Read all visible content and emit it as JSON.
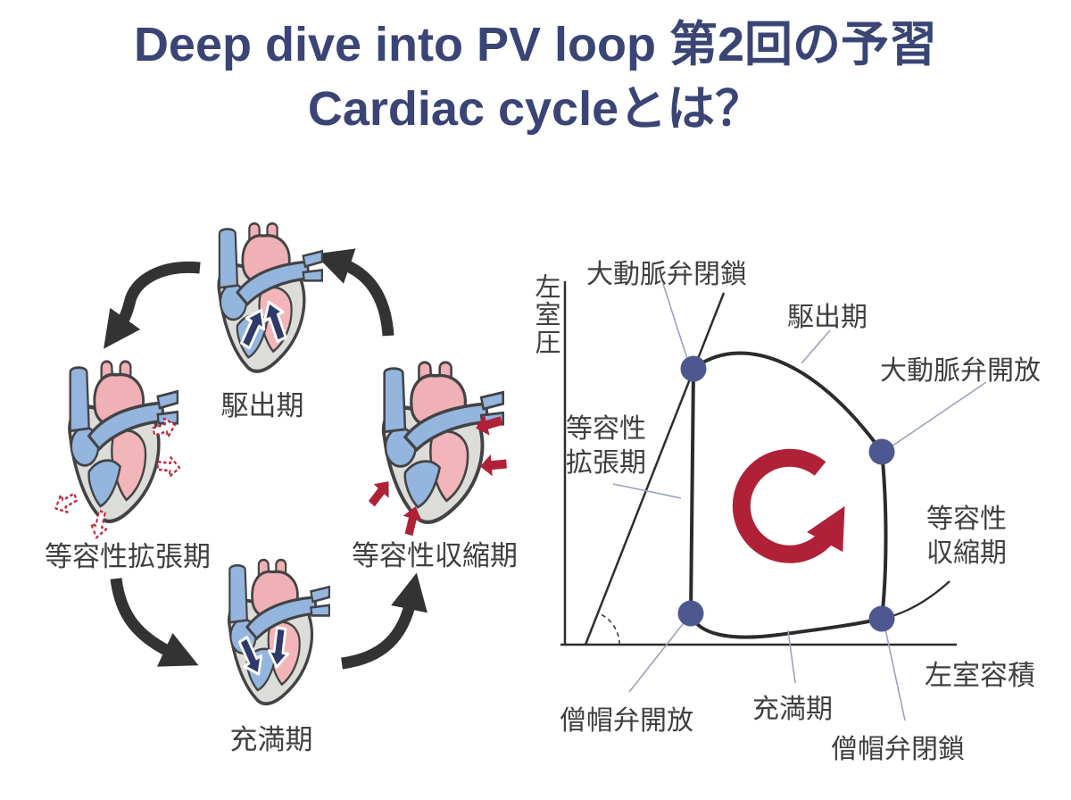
{
  "title": {
    "line1": "Deep dive into PV loop 第2回の予習",
    "line2": "Cardiac cycleとは？"
  },
  "cycle_diagram": {
    "phase_top": "駆出期",
    "phase_left": "等容性拡張期",
    "phase_bottom": "充満期",
    "phase_right": "等容性収縮期"
  },
  "pv_loop": {
    "y_axis_label": "左室圧",
    "x_axis_label": "左室容積",
    "labels": {
      "aortic_valve_close": "大動脈弁閉鎖",
      "ejection": "駆出期",
      "aortic_valve_open": "大動脈弁開放",
      "isovolumetric_relaxation_line1": "等容性",
      "isovolumetric_relaxation_line2": "拡張期",
      "isovolumetric_contraction_line1": "等容性",
      "isovolumetric_contraction_line2": "収縮期",
      "mitral_valve_open": "僧帽弁開放",
      "filling": "充満期",
      "mitral_valve_close": "僧帽弁閉鎖"
    },
    "loop_direction": "counterclockwise"
  },
  "colors": {
    "title_navy": "#3A4575",
    "loop_red": "#B02138",
    "dot_navy": "#4D5890",
    "heart_blue": "#94B6DE",
    "heart_pink": "#F2B5BA",
    "heart_gray": "#DCDCD9",
    "arrow_black": "#333333",
    "annotation_line": "#9AA2BC"
  }
}
